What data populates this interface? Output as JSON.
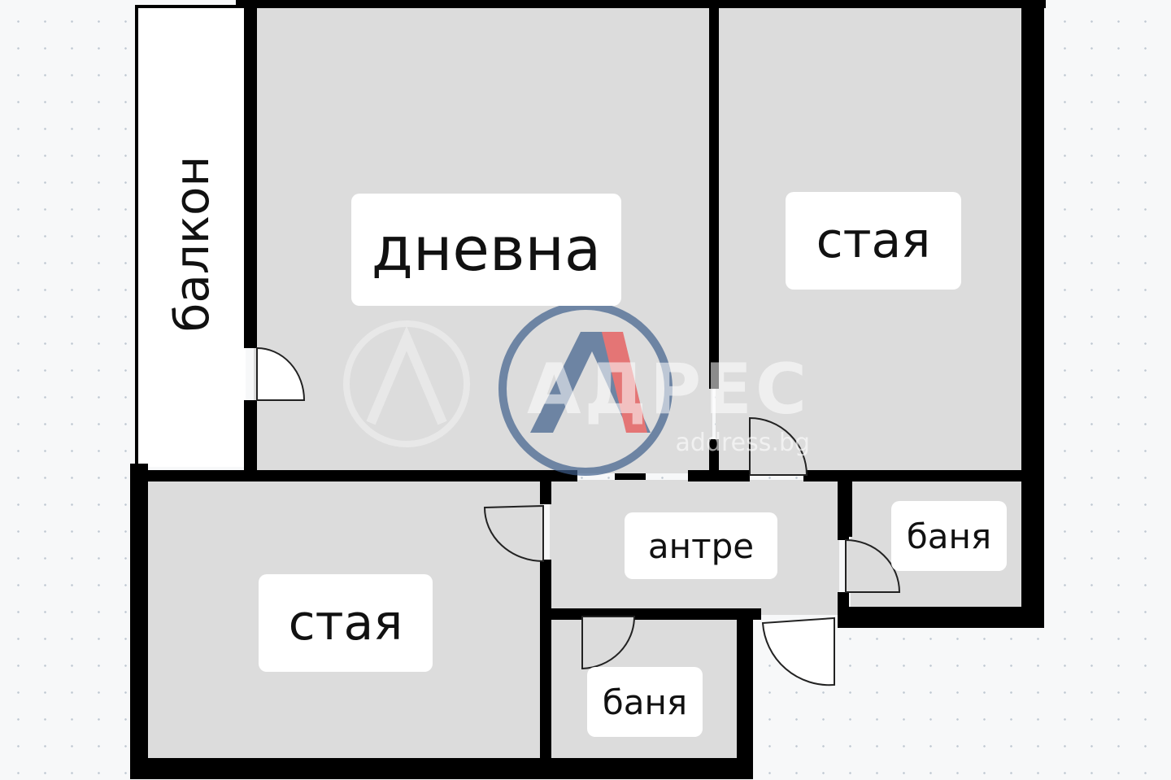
{
  "rooms": {
    "living": "дневна",
    "room_right": "стая",
    "room_left": "стая",
    "hall": "антре",
    "bath_right": "баня",
    "bath_left": "баня",
    "balcony": "балкон"
  },
  "watermark": {
    "brand": "АДРЕС",
    "site": "address.bg"
  },
  "colors": {
    "wall": "#000000",
    "room_fill": "#dcdcdc",
    "balcony_fill": "#ffffff",
    "watermark_blue": "#3f5f8c",
    "watermark_red": "#e84a4a"
  }
}
